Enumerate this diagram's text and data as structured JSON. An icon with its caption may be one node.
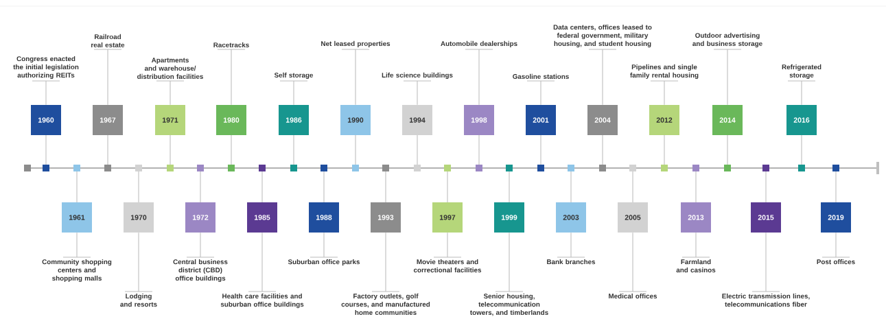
{
  "diagram": {
    "nodes": [
      {
        "text": [
          "1960"
        ]
      },
      {
        "text": [
          "Congress enacted the initial legislation authorizing REITs"
        ]
      },
      {
        "text": [
          "1961"
        ]
      },
      {
        "text": [
          "Community shopping centers and shopping malls"
        ]
      },
      {
        "text": [
          "1967"
        ]
      },
      {
        "text": [
          "Railroad real estate"
        ]
      },
      {
        "text": [
          "1970"
        ]
      },
      {
        "text": [
          "Lodging and resorts"
        ]
      },
      {
        "text": [
          "1971"
        ]
      },
      {
        "text": [
          "Apartments and warehouse/ distribution facilities"
        ]
      },
      {
        "text": [
          "1972"
        ]
      },
      {
        "text": [
          "Central business district (CBD) office buildings"
        ]
      },
      {
        "text": [
          "1980"
        ]
      },
      {
        "text": [
          "Racetracks"
        ]
      },
      {
        "text": [
          "1985"
        ]
      },
      {
        "text": [
          "Health care facilities and suburban office buildings"
        ]
      },
      {
        "text": [
          "1986"
        ]
      },
      {
        "text": [
          "Self storage"
        ]
      },
      {
        "text": [
          "1988"
        ]
      },
      {
        "text": [
          "Suburban office parks"
        ]
      },
      {
        "text": [
          "1990"
        ]
      },
      {
        "text": [
          "Net leased properties"
        ]
      },
      {
        "text": [
          "1993"
        ]
      },
      {
        "text": [
          "Factory outlets, golf courses, and manufactured home communities"
        ]
      },
      {
        "text": [
          "1994"
        ]
      },
      {
        "text": [
          "Life science buildings"
        ]
      },
      {
        "text": [
          "1997"
        ]
      },
      {
        "text": [
          "Movie theaters and correctional facilities"
        ]
      },
      {
        "text": [
          "1998"
        ]
      },
      {
        "text": [
          "Automobile dealerships"
        ]
      },
      {
        "text": [
          "1999"
        ]
      },
      {
        "text": [
          "Senior housing, telecommunication towers, and timberlands"
        ]
      },
      {
        "text": [
          "2001"
        ]
      },
      {
        "text": [
          "Gasoline stations"
        ]
      },
      {
        "text": [
          "2003"
        ]
      },
      {
        "text": [
          "Bank branches"
        ]
      },
      {
        "text": [
          "2004"
        ]
      },
      {
        "text": [
          "Data centers, offices leased to federal government, military housing, and student housing"
        ]
      },
      {
        "text": [
          "2005"
        ]
      },
      {
        "text": [
          "Medical offices"
        ]
      },
      {
        "text": [
          "2012"
        ]
      },
      {
        "text": [
          "Pipelines and single family rental housing"
        ]
      },
      {
        "text": [
          "2013"
        ]
      },
      {
        "text": [
          "Farmland and casinos"
        ]
      },
      {
        "text": [
          "2014"
        ]
      },
      {
        "text": [
          "Outdoor advertising and business storage"
        ]
      },
      {
        "text": [
          "2015"
        ]
      },
      {
        "text": [
          "Electric transmission lines, telecommunications fiber"
        ]
      },
      {
        "text": [
          "2016"
        ]
      },
      {
        "text": [
          "Refrigerated storage"
        ]
      },
      {
        "text": [
          "2019"
        ]
      },
      {
        "text": [
          "Post offices"
        ]
      }
    ],
    "edges": [
      {
        "from": 1,
        "to": 0,
        "arrow": "none"
      },
      {
        "from": 3,
        "to": 2,
        "arrow": "none"
      },
      {
        "from": 5,
        "to": 4,
        "arrow": "none"
      },
      {
        "from": 7,
        "to": 6,
        "arrow": "none"
      },
      {
        "from": 9,
        "to": 8,
        "arrow": "none"
      },
      {
        "from": 11,
        "to": 10,
        "arrow": "none"
      },
      {
        "from": 13,
        "to": 12,
        "arrow": "none"
      },
      {
        "from": 15,
        "to": 14,
        "arrow": "none"
      },
      {
        "from": 17,
        "to": 16,
        "arrow": "none"
      },
      {
        "from": 19,
        "to": 18,
        "arrow": "none"
      },
      {
        "from": 21,
        "to": 20,
        "arrow": "none"
      },
      {
        "from": 23,
        "to": 22,
        "arrow": "none"
      },
      {
        "from": 25,
        "to": 24,
        "arrow": "none"
      },
      {
        "from": 27,
        "to": 26,
        "arrow": "none"
      },
      {
        "from": 29,
        "to": 28,
        "arrow": "none"
      },
      {
        "from": 31,
        "to": 30,
        "arrow": "none"
      },
      {
        "from": 33,
        "to": 32,
        "arrow": "none"
      },
      {
        "from": 35,
        "to": 34,
        "arrow": "none"
      },
      {
        "from": 37,
        "to": 36,
        "arrow": "none"
      },
      {
        "from": 39,
        "to": 38,
        "arrow": "none"
      },
      {
        "from": 41,
        "to": 40,
        "arrow": "none"
      },
      {
        "from": 43,
        "to": 42,
        "arrow": "none"
      },
      {
        "from": 45,
        "to": 44,
        "arrow": "none"
      },
      {
        "from": 47,
        "to": 46,
        "arrow": "none"
      },
      {
        "from": 49,
        "to": 48,
        "arrow": "none"
      },
      {
        "from": 51,
        "to": 50,
        "arrow": "none"
      }
    ]
  }
}
